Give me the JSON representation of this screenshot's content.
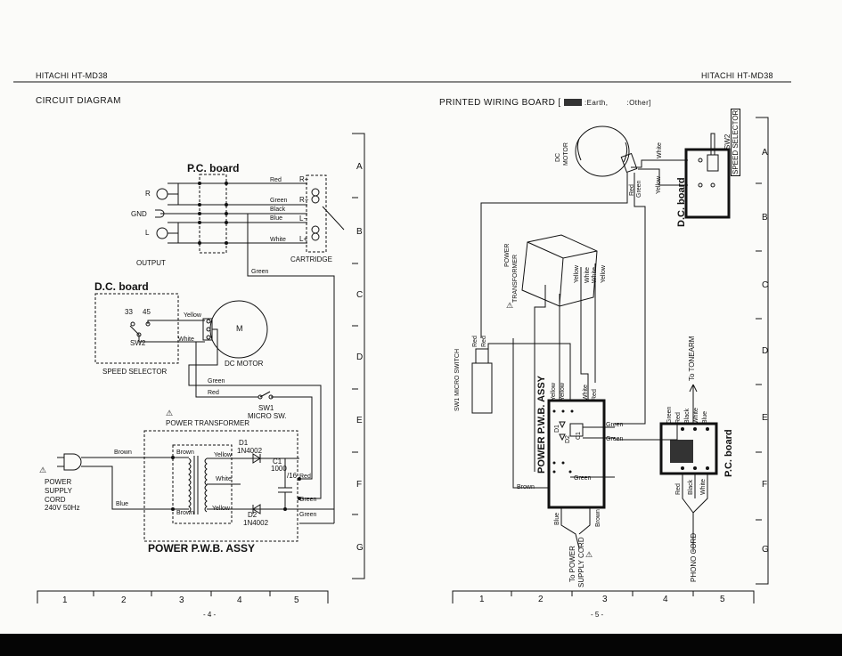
{
  "header": {
    "left": "HITACHI  HT-MD38",
    "right": "HITACHI  HT-MD38"
  },
  "circuit": {
    "title": "CIRCUIT DIAGRAM",
    "pc_board": "P.C. board",
    "ch_r": "R",
    "gnd": "GND",
    "ch_l": "L",
    "output": "OUTPUT",
    "wires_out": [
      "Red",
      "Green",
      "Black",
      "Blue",
      "White"
    ],
    "cart_pins": [
      "R+",
      "R−",
      "L−",
      "L+"
    ],
    "cartridge": "CARTRIDGE",
    "green_wire": "Green",
    "dc_board": "D.C. board",
    "speed_33": "33",
    "speed_45": "45",
    "sw2": "SW2",
    "yellow": "Yellow",
    "white": "White",
    "motor_m": "M",
    "dc_motor": "DC MOTOR",
    "speed_selector": "SPEED SELECTOR",
    "green2": "Green",
    "red2": "Red",
    "sw1": "SW1",
    "micro_sw": "MICRO SW.",
    "warn": "⚠",
    "power_transformer": "POWER TRANSFORMER",
    "brown": "Brown",
    "brown2": "Brown",
    "brown3": "Brown",
    "blue": "Blue",
    "yellow2": "Yellow",
    "white2": "White",
    "yellow3": "Yellow",
    "d1": "D1",
    "d1_part": "1N4002",
    "d2": "D2",
    "d2_part": "1N4002",
    "c1": "C1",
    "c1_val": "1000",
    "c1_v": "/16",
    "red3": "Red",
    "green3": "Green",
    "green4": "Green",
    "supply": [
      "POWER",
      "SUPPLY",
      "CORD",
      "240V  50Hz"
    ],
    "pwb": "POWER P.W.B. ASSY",
    "cols": [
      "1",
      "2",
      "3",
      "4",
      "5"
    ],
    "rows": [
      "A",
      "B",
      "C",
      "D",
      "E",
      "F",
      "G"
    ],
    "page": "- 4 -"
  },
  "wiring": {
    "title": "PRINTED WIRING BOARD [",
    "legend_earth": ":Earth,",
    "legend_other": ":Other]",
    "dc_motor": [
      "DC",
      "MOTOR"
    ],
    "white": "White",
    "red": "Red",
    "green": "Green",
    "yellow": "Yellow",
    "sw2": "SW2",
    "speed_selector": "SPEED SELECTOR",
    "dc_board": "D.C. board",
    "power_transformer": [
      "POWER",
      "TRANSFORMER"
    ],
    "t_yellow": "Yellow",
    "t_white": "White",
    "t_white2": "White",
    "t_yellow2": "Yellow",
    "micro_switch": "SW1 MICRO SWITCH",
    "sw_red": "Red",
    "sw_red2": "Red",
    "pwb": "POWER P.W.B. ASSY",
    "pwb_yellow": "Yellow",
    "pwb_yellow2": "Yellow",
    "pwb_white": "White",
    "pwb_red": "Red",
    "d1": "D1",
    "d2": "D2",
    "c1": "C1",
    "pwb_green": "Green",
    "pwb_green2": "Green",
    "pwb_green3": "Green",
    "pwb_brown": "Brown",
    "pwb_blue": "Blue",
    "pwb_brown2": "Brown",
    "to_power": [
      "To POWER",
      "SUPPLY CORD"
    ],
    "to_tonearm": "To TONEARM",
    "pcb_wires_top": [
      "Green",
      "Red",
      "Black",
      "White",
      "Blue"
    ],
    "pcb_wires_bot": [
      "Red",
      "Black",
      "White"
    ],
    "pc_board": "P.C. board",
    "phono_cord": "PHONO CORD",
    "cols": [
      "1",
      "2",
      "3",
      "4",
      "5"
    ],
    "rows": [
      "A",
      "B",
      "C",
      "D",
      "E",
      "F",
      "G"
    ],
    "page": "- 5 -"
  }
}
